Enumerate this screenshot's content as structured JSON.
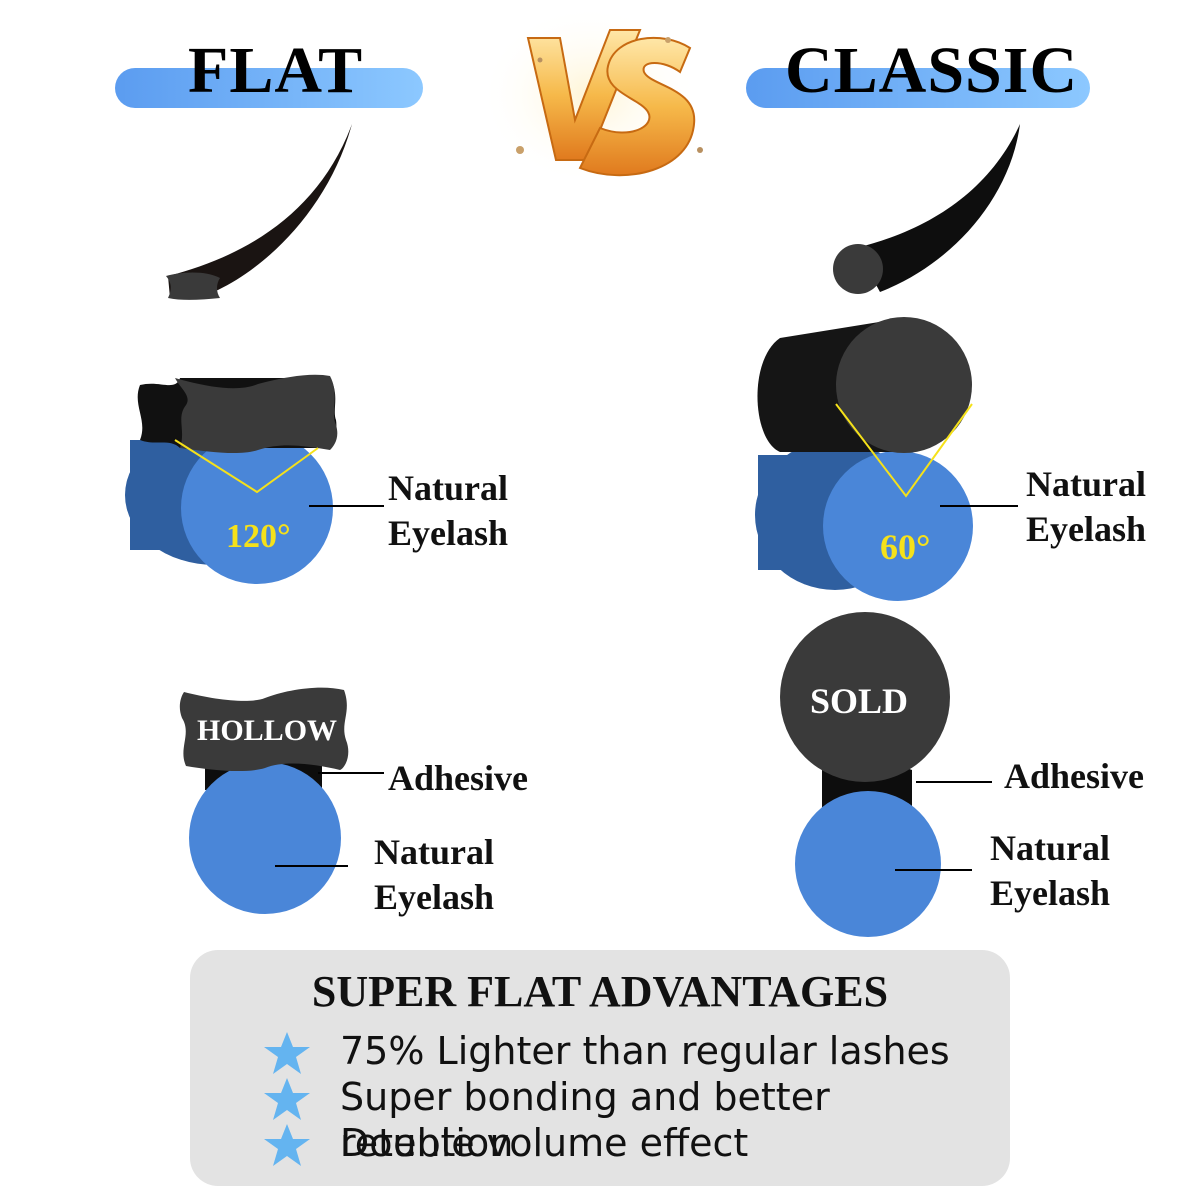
{
  "headers": {
    "left_title": "FLAT",
    "right_title": "CLASSIC",
    "vs_text": "VS"
  },
  "flat_side": {
    "angle": "120°",
    "natural_eyelash_1": [
      "Natural",
      "Eyelash"
    ],
    "shape_label": "HOLLOW",
    "adhesive": "Adhesive",
    "natural_eyelash_2": [
      "Natural",
      "Eyelash"
    ]
  },
  "classic_side": {
    "angle": "60°",
    "natural_eyelash_1": [
      "Natural",
      "Eyelash"
    ],
    "shape_label": "SOLD",
    "adhesive": "Adhesive",
    "natural_eyelash_2": [
      "Natural",
      "Eyelash"
    ]
  },
  "advantages": {
    "title": "SUPER FLAT ADVANTAGES",
    "items": [
      "75% Lighter than regular lashes",
      "Super bonding and better retention",
      "Double volume effect"
    ]
  },
  "colors": {
    "header_bar_start": "#5b9cf0",
    "header_bar_end": "#8cc8ff",
    "natural_blue": "#4a86d8",
    "natural_blue_dark": "#2f5fa0",
    "lash_dark": "#3a3a3a",
    "lash_black": "#141414",
    "angle_yellow": "#f5e11a",
    "star_blue": "#64b4f0",
    "vs_gold": "#f6b94a",
    "panel_bg": "#e3e3e3"
  }
}
